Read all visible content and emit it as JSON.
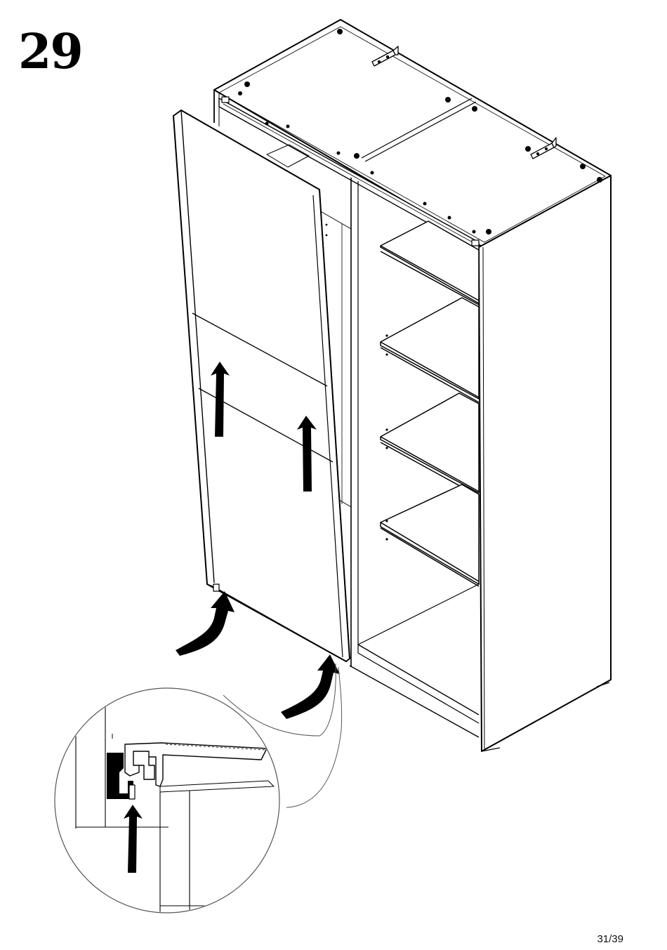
{
  "step": {
    "number": "29"
  },
  "page": {
    "number": "31/39"
  },
  "illustration": {
    "subject": "wardrobe-sliding-door-installation",
    "icons": [
      "arrow-up-icon",
      "curved-arrow-icon",
      "detail-magnifier-icon"
    ],
    "colors": {
      "line": "#000000",
      "background": "#ffffff",
      "thin_line": "#555555"
    }
  }
}
